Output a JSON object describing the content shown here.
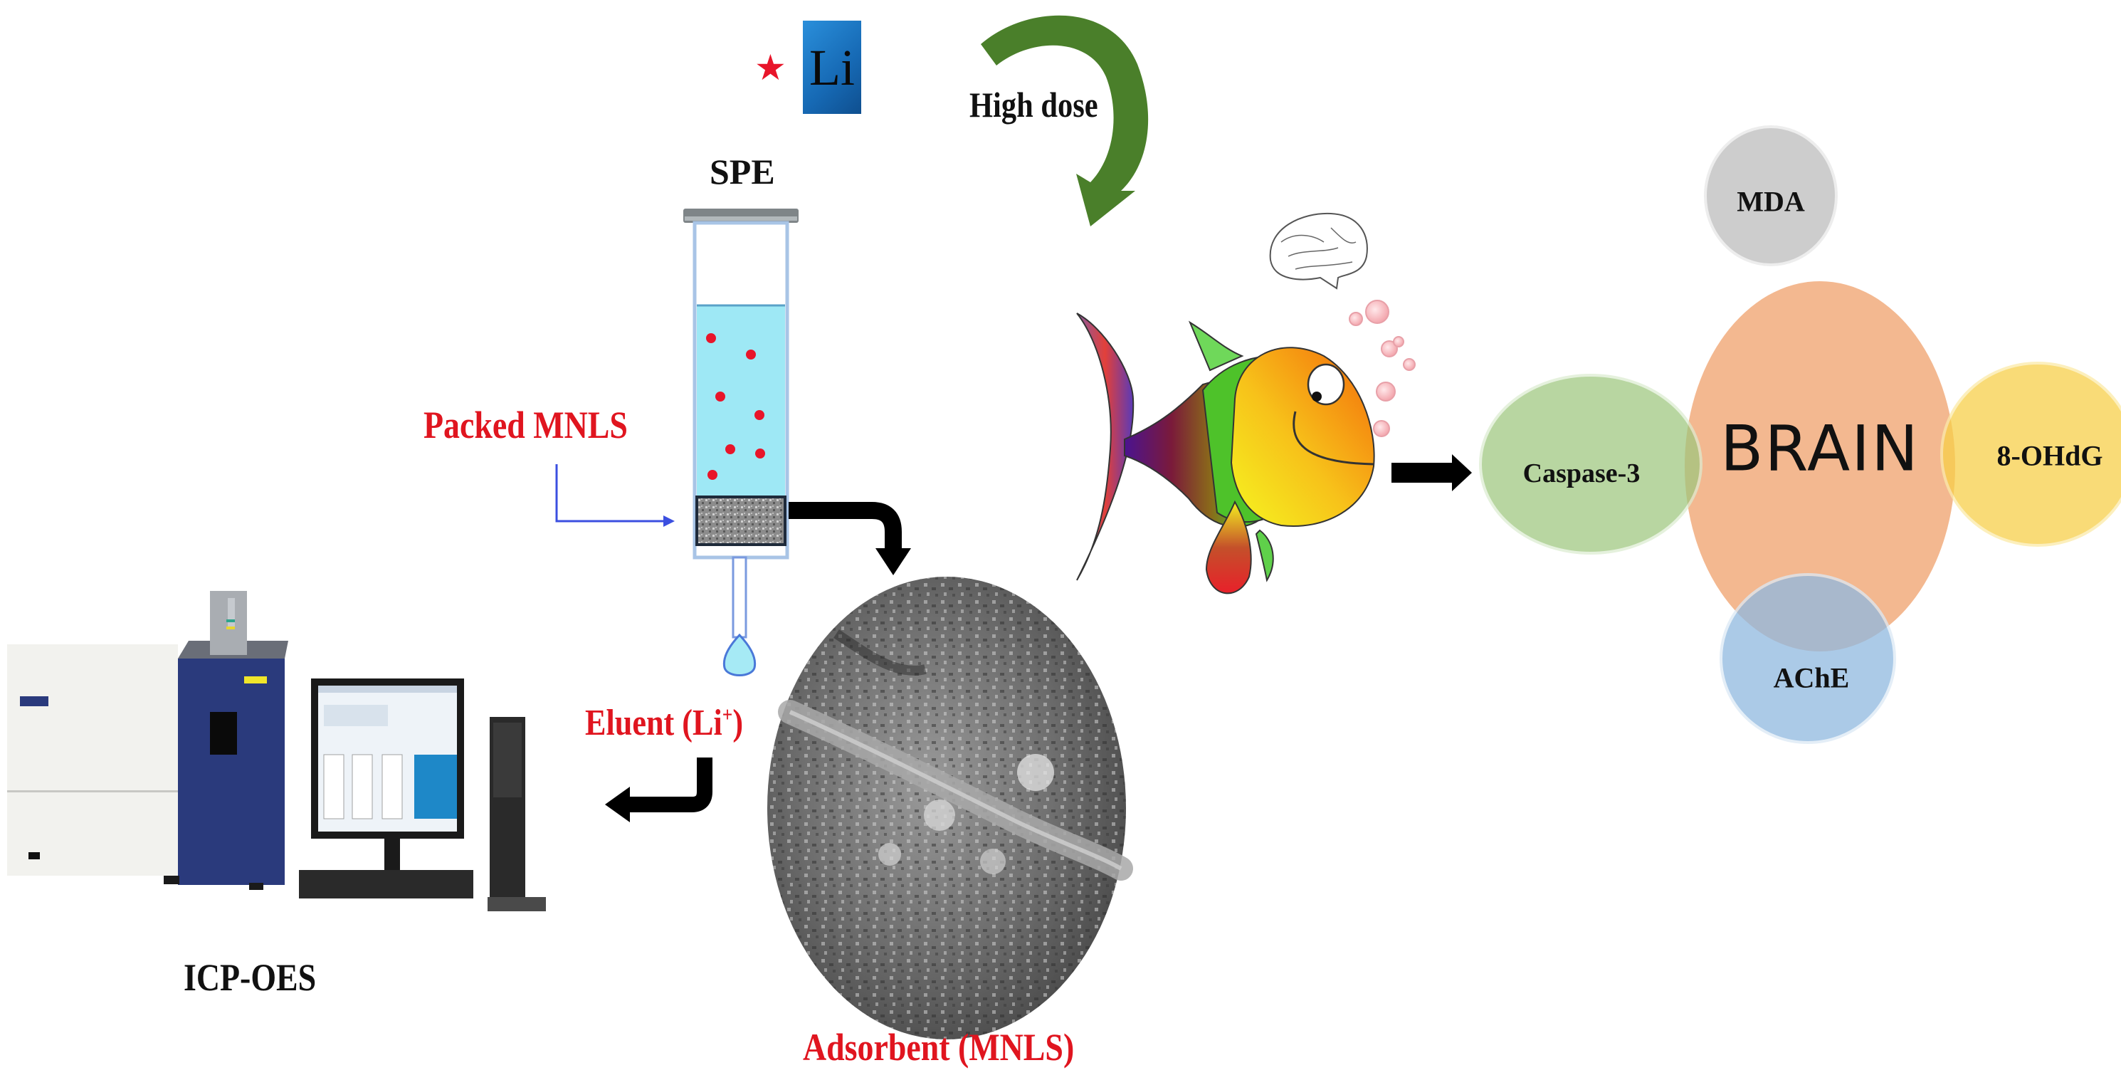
{
  "figure": {
    "title": "Graphical abstract: SPE of lithium with MNLS adsorbent, ICP-OES detection, and brain toxicity biomarkers in fish",
    "colors": {
      "label_red": "#e0151f",
      "label_black": "#111111",
      "arrow_green": "#4a7f2a",
      "li_tile_blue": "#1a73c4",
      "spe_fluid": "#9ee8f5",
      "spe_wall": "#a8c4e6",
      "pointer_blue": "#3b4fe0",
      "brain_orange": "#f2b48a",
      "mda_gray": "#c8c8c8",
      "caspase_green": "#a9cf8c",
      "ohdg_yellow": "#f7d66a",
      "ache_blue": "#a5c8e6",
      "instrument_navy": "#2a3a7c"
    }
  },
  "analyte": {
    "star_icon": "★",
    "element_symbol": "Li"
  },
  "dose_arrow": {
    "label": "High dose"
  },
  "spe": {
    "title": "SPE",
    "packed_label": "Packed MNLS",
    "eluent_label_main": "Eluent (Li",
    "eluent_superscript": "+",
    "eluent_close": ")",
    "analyte_dot_count": 7
  },
  "adsorbent": {
    "label": "Adsorbent (MNLS)",
    "image_description": "SEM micrograph of MNLS adsorbent"
  },
  "instrument": {
    "label": "ICP-OES"
  },
  "biomarkers": {
    "center": "BRAIN",
    "satellites": [
      {
        "id": "mda",
        "label": "MDA",
        "position": "top"
      },
      {
        "id": "caspase",
        "label": "Caspase-3",
        "position": "left"
      },
      {
        "id": "ohdg",
        "label": "8-OHdG",
        "position": "right"
      },
      {
        "id": "ache",
        "label": "AChE",
        "position": "bottom"
      }
    ]
  }
}
